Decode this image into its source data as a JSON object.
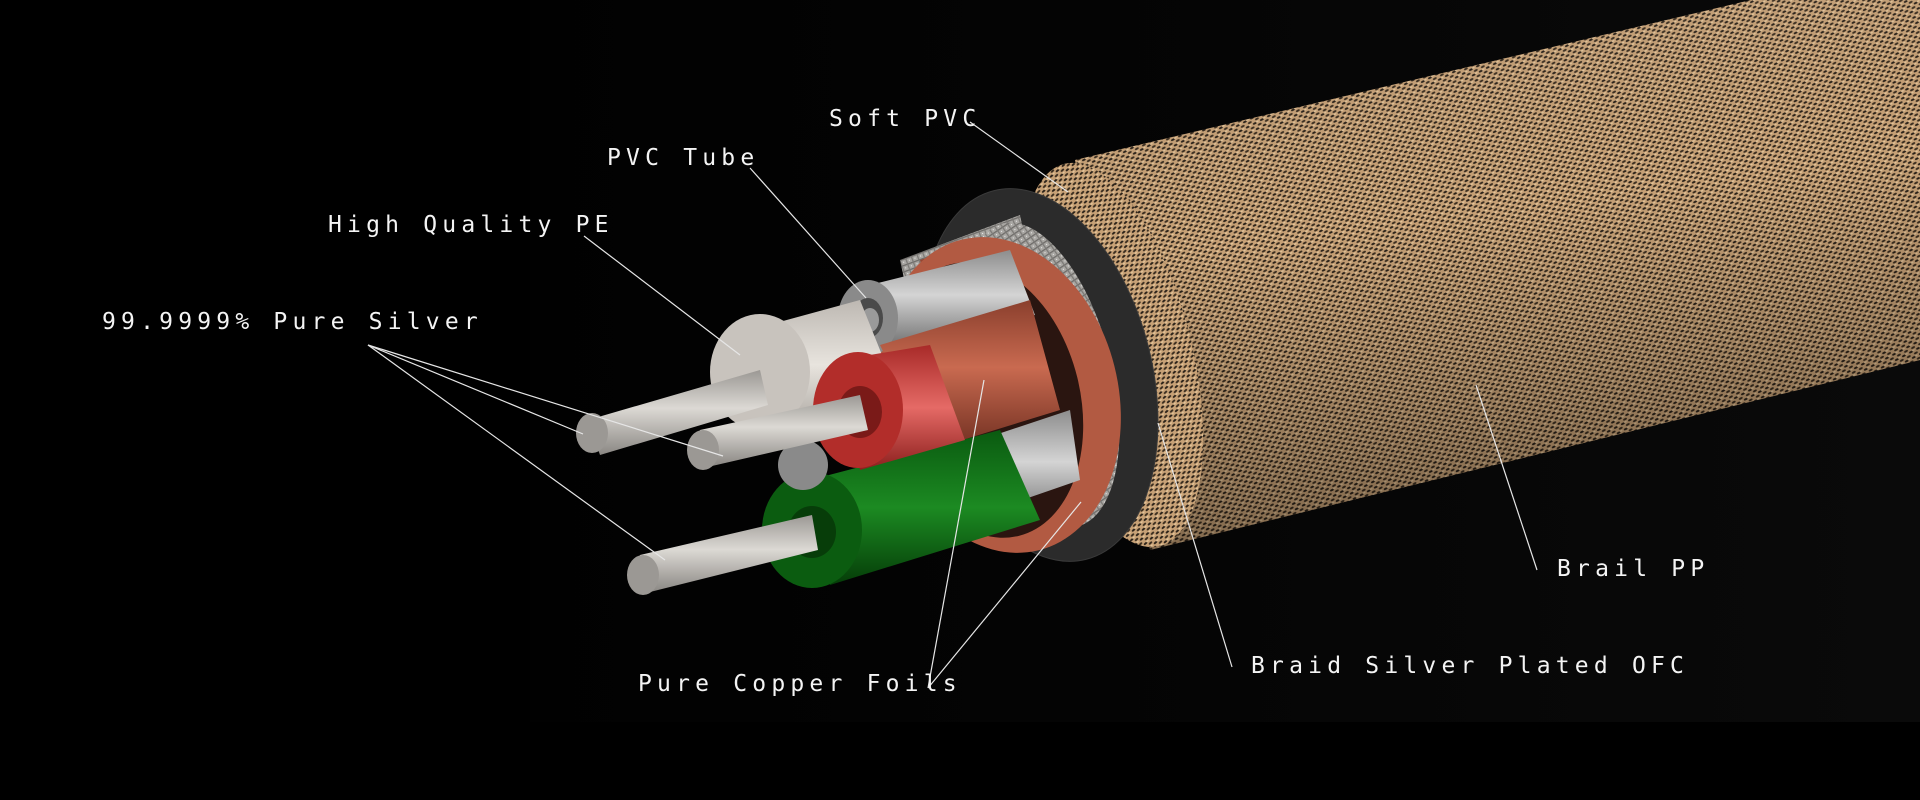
{
  "diagram": {
    "subject": "audio cable cross-section",
    "colors": {
      "background": "#000000",
      "outer_braid": "#b8956a",
      "soft_pvc": "#2a2a2a",
      "silver_braid": "#9c9a96",
      "copper_foil": "#b55d44",
      "red_insulation": "#c63b38",
      "green_insulation": "#0f6a14",
      "pe_insulation": "#d6d2cc",
      "pvc_tube": "#a9a9a9",
      "silver_conductor": "#bdbab5",
      "leader_line": "#e6e6e6",
      "label_text": "#f4f4f4"
    },
    "labels": {
      "soft_pvc": "Soft PVC",
      "pvc_tube": "PVC Tube",
      "high_quality_pe": "High Quality PE",
      "pure_silver": "99.9999% Pure Silver",
      "pure_copper_foils": "Pure Copper Foils",
      "braid_silver_plated_ofc": "Braid Silver Plated OFC",
      "brail_pp": "Brail PP"
    }
  }
}
